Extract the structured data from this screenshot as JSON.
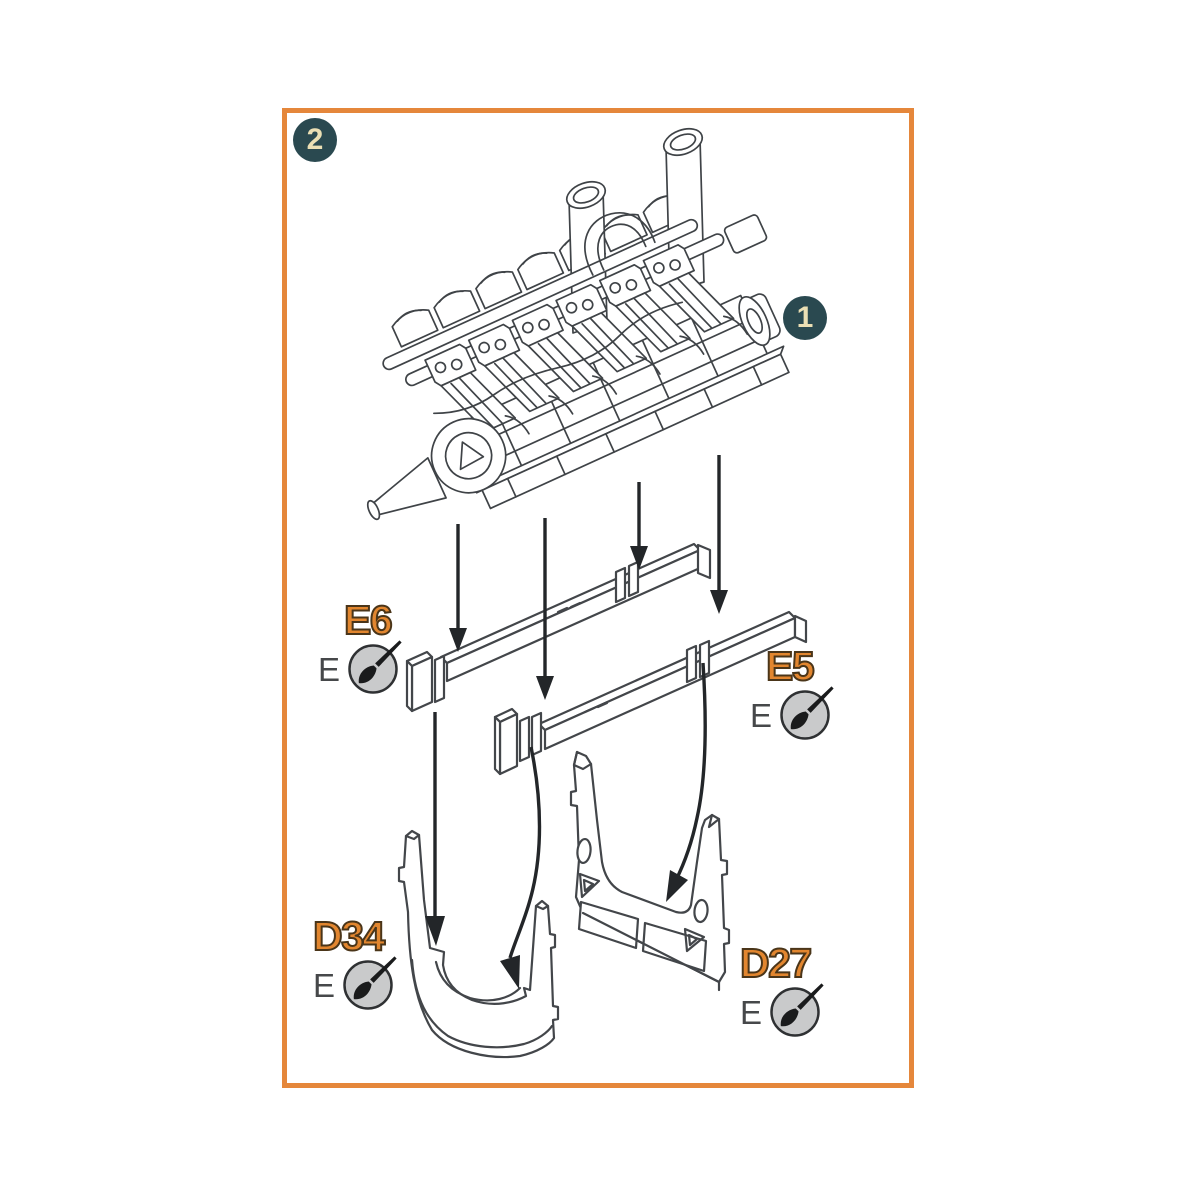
{
  "frame": {
    "border_color": "#E5873B"
  },
  "badges": {
    "step": "2",
    "assembly_target": "1",
    "background": "#2A4950",
    "text_color": "#EBDFB4"
  },
  "parts": [
    {
      "id": "E6",
      "paint_code": "E"
    },
    {
      "id": "E5",
      "paint_code": "E"
    },
    {
      "id": "D34",
      "paint_code": "E"
    },
    {
      "id": "D27",
      "paint_code": "E"
    }
  ],
  "icons": {
    "paint_brush": "paint-brush-icon"
  },
  "colors": {
    "part_label": "#E2862F",
    "part_label_outline": "#4A3519",
    "line_art": "#3F4347",
    "arrow": "#232629",
    "paint_circle_fill": "#C9CACB",
    "paint_circle_border": "#2F3133"
  }
}
